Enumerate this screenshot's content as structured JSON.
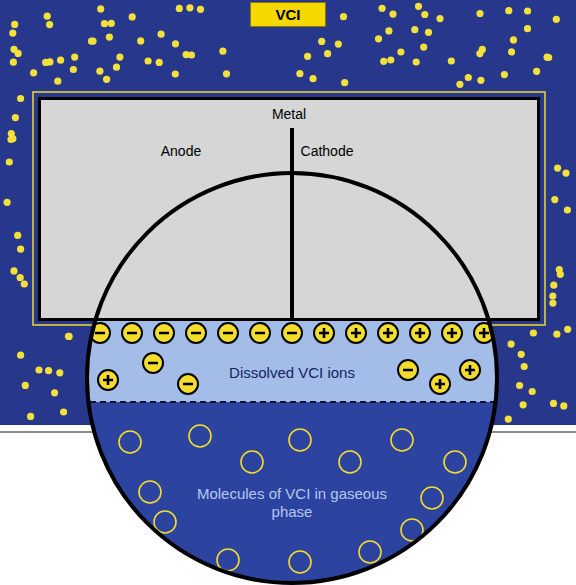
{
  "diagram": {
    "nodes": [
      {
        "text": [
          "VCI"
        ]
      },
      {
        "text": [
          "Metal"
        ]
      },
      {
        "text": [
          "Anode"
        ],
        "in": 1
      },
      {
        "text": [
          "Cathode"
        ],
        "in": 1
      },
      {
        "text": [
          "Dissolved VCI ions"
        ]
      },
      {
        "text": [
          "Molecules of VCI in gaseous phase"
        ]
      }
    ]
  }
}
